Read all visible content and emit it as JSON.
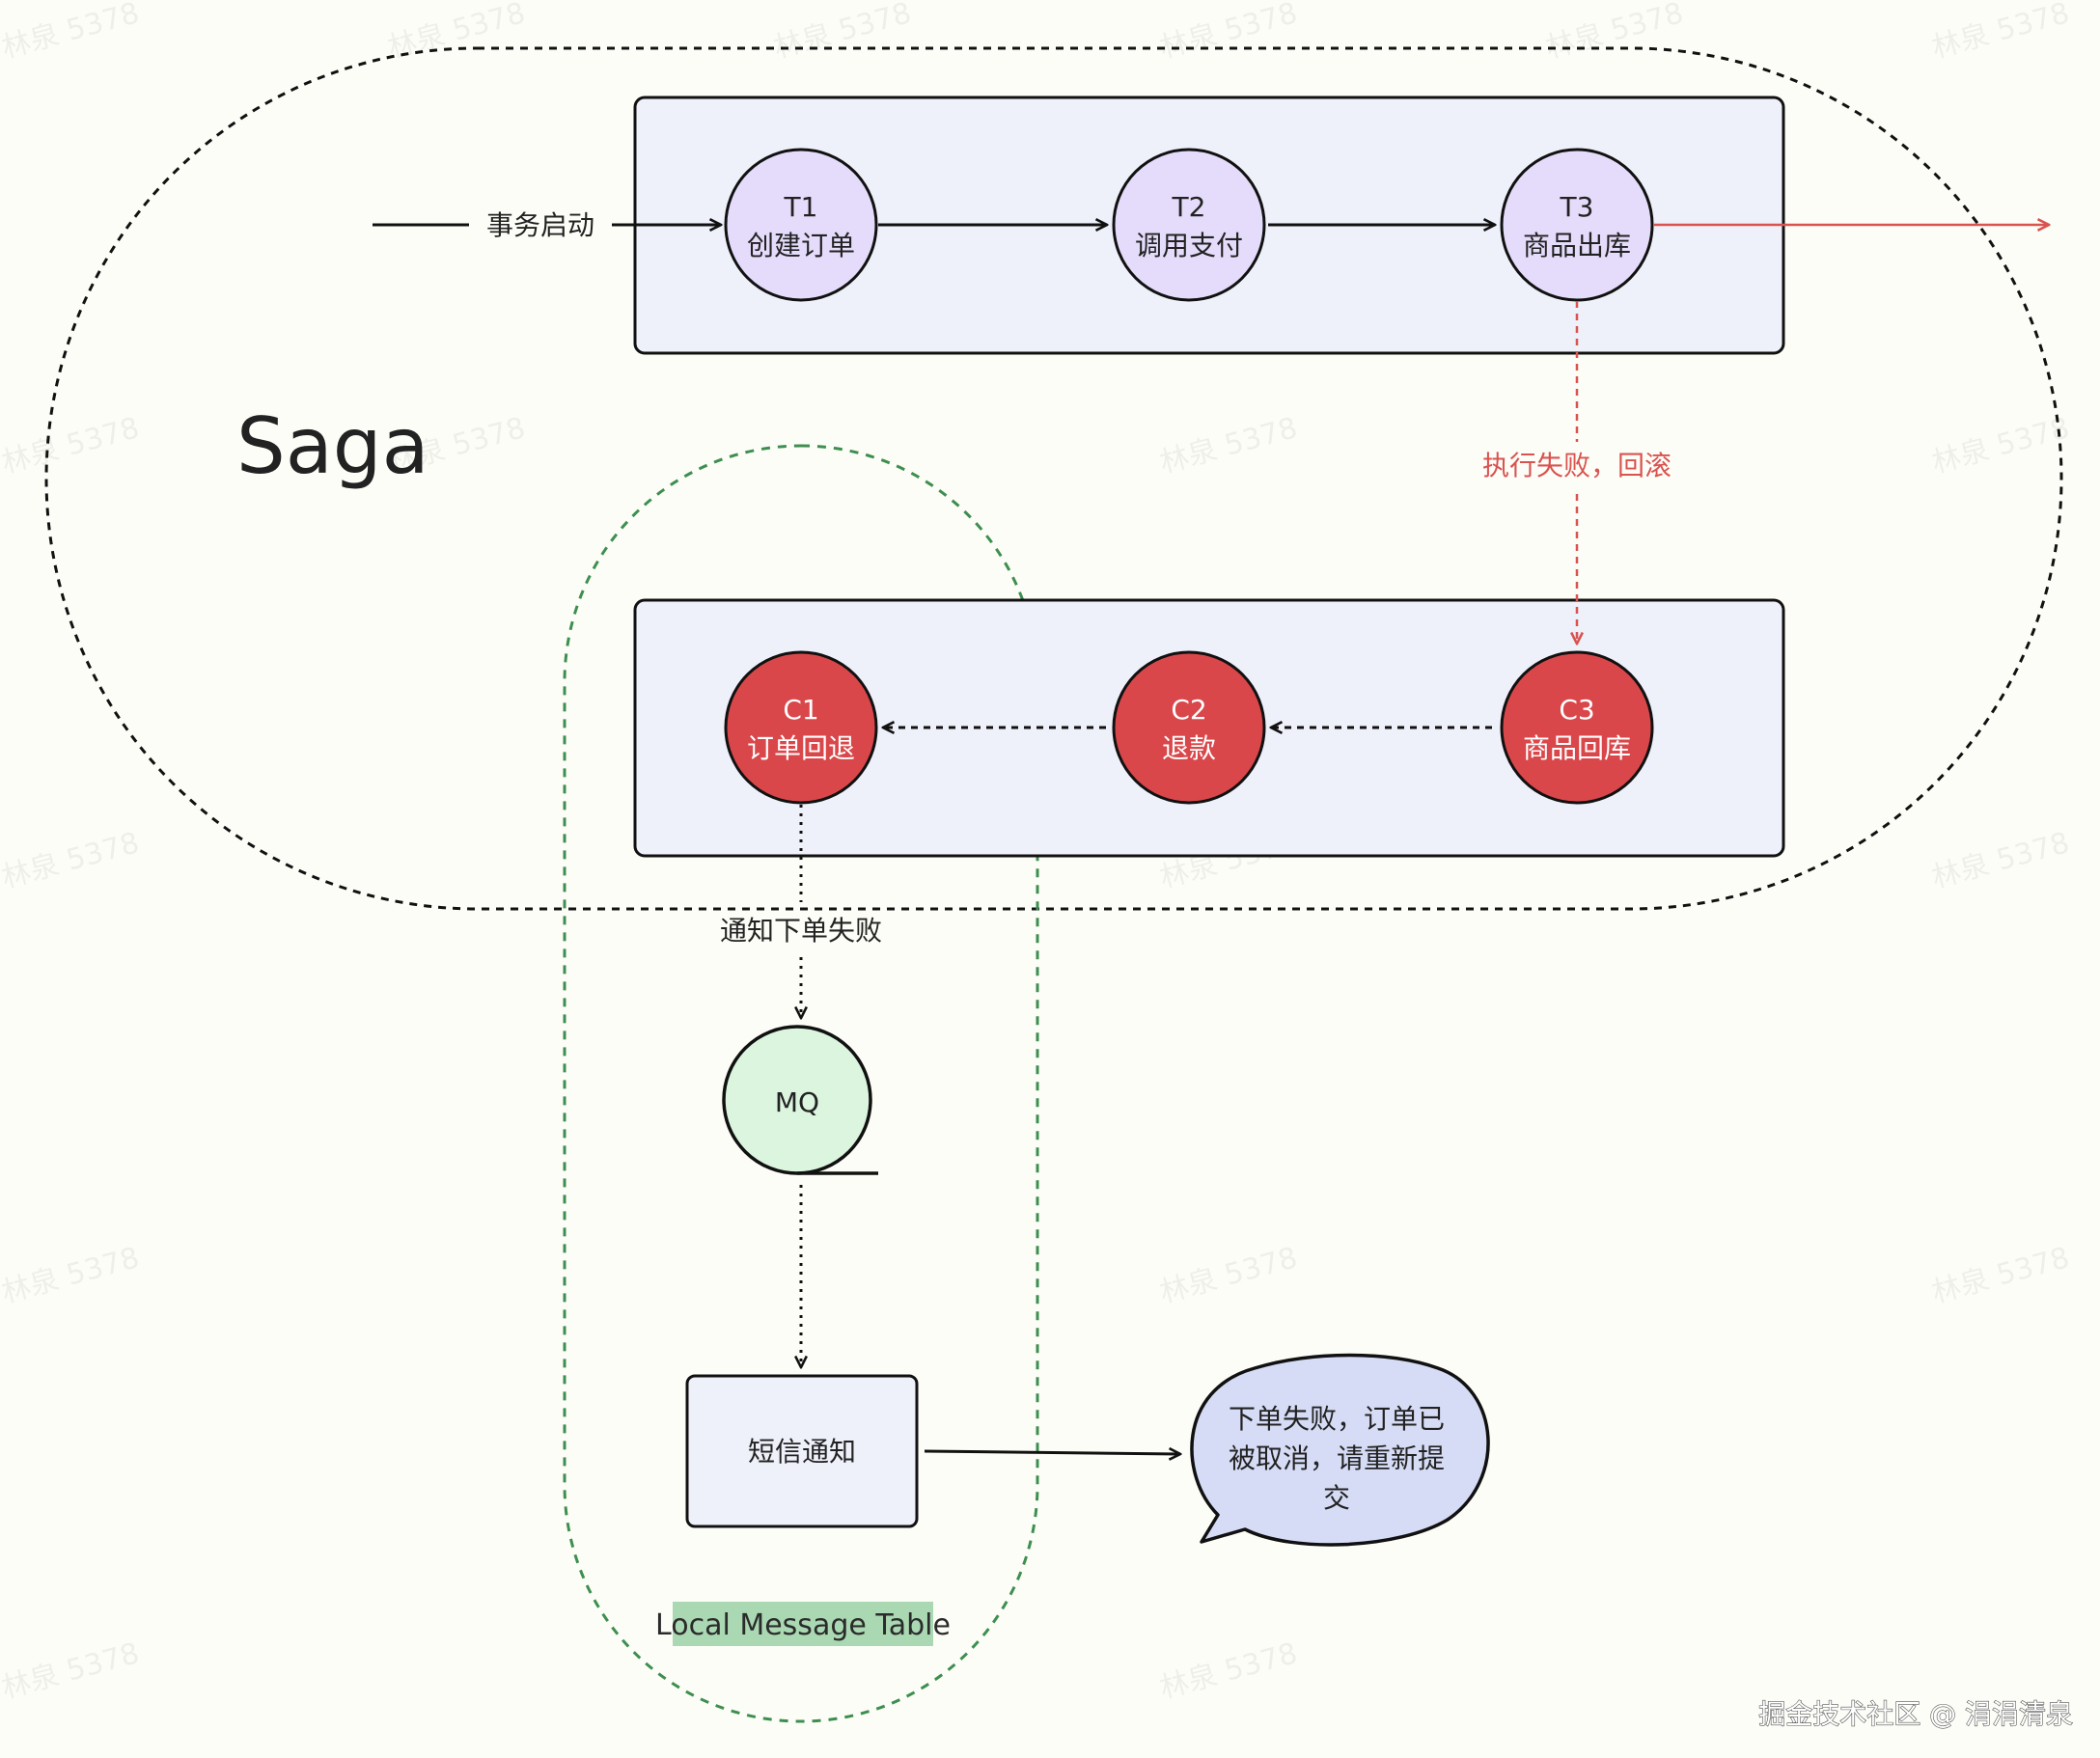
{
  "diagram": {
    "title": "Saga",
    "local_message_table_label": "Local Message Table",
    "transactions": [
      {
        "id": "T1",
        "label": "创建订单"
      },
      {
        "id": "T2",
        "label": "调用支付"
      },
      {
        "id": "T3",
        "label": "商品出库"
      }
    ],
    "compensations": [
      {
        "id": "C1",
        "label": "订单回退"
      },
      {
        "id": "C2",
        "label": "退款"
      },
      {
        "id": "C3",
        "label": "商品回库"
      }
    ],
    "edges": {
      "start_label": "事务启动",
      "rollback_label": "执行失败，回滚",
      "notify_label": "通知下单失败"
    },
    "mq_label": "MQ",
    "sms_label": "短信通知",
    "speech_bubble": {
      "line1": "下单失败，订单已",
      "line2": "被取消，请重新提",
      "line3": "交"
    },
    "watermark": "林泉 5378",
    "credit": "掘金技术社区 @ 涓涓清泉"
  },
  "colors": {
    "transaction_fill": "#e5dcfb",
    "compensation_fill": "#d9474a",
    "mq_fill": "#dbf5df",
    "group_fill": "#eef0fa",
    "bubble_fill": "#d6dcf5",
    "rollback_red": "#d9534f",
    "lmt_green": "#3d8f4f",
    "lmt_label_bg": "#a9d8b2"
  }
}
